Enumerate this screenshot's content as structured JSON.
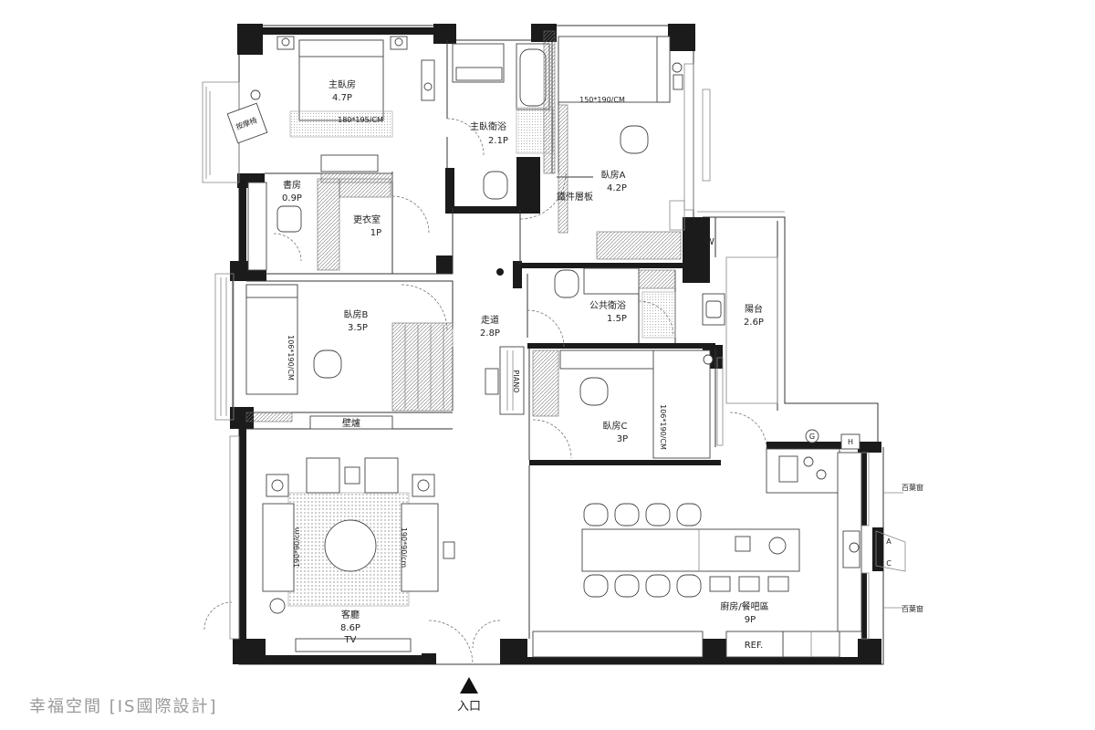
{
  "rooms": {
    "master_bedroom": {
      "name": "主臥房",
      "size": "4.7P",
      "bed": "180*195/CM",
      "chair": "按摩椅"
    },
    "master_bath": {
      "name": "主臥衛浴",
      "size": "2.1P"
    },
    "bedroom_a": {
      "name": "臥房A",
      "size": "4.2P",
      "bed": "150*190/CM",
      "shelf": "鐵件層板"
    },
    "study": {
      "name": "書房",
      "size": "0.9P"
    },
    "closet": {
      "name": "更衣室",
      "size": "1P"
    },
    "tv_small": "TV",
    "w_label": "W",
    "balcony": {
      "name": "陽台",
      "size": "2.6P"
    },
    "public_bath": {
      "name": "公共衛浴",
      "size": "1.5P"
    },
    "hallway": {
      "name": "走道",
      "size": "2.8P"
    },
    "bedroom_b": {
      "name": "臥房B",
      "size": "3.5P",
      "bed": "106*190/CM"
    },
    "piano": "PIANO",
    "wall_cabinet": "壁爐",
    "bedroom_c": {
      "name": "臥房C",
      "size": "3P",
      "bed": "106*190/CM"
    },
    "living": {
      "name": "客廳",
      "size": "8.6P",
      "tv": "TV",
      "sofa_left": "190*90/cm",
      "sofa_right": "190*90/cm"
    },
    "kitchen": {
      "name": "廚房/餐吧區",
      "size": "9P",
      "fridge": "REF."
    },
    "louver_top": "百葉窗",
    "louver_bottom": "百葉窗",
    "g_label": "G",
    "h_label": "H",
    "a_label": "A",
    "c_label": "C"
  },
  "entrance": "入口",
  "watermark": "幸福空間 [IS國際設計]",
  "colors": {
    "wall": "#1b1b1b",
    "watermark": "#9a9a9a"
  }
}
